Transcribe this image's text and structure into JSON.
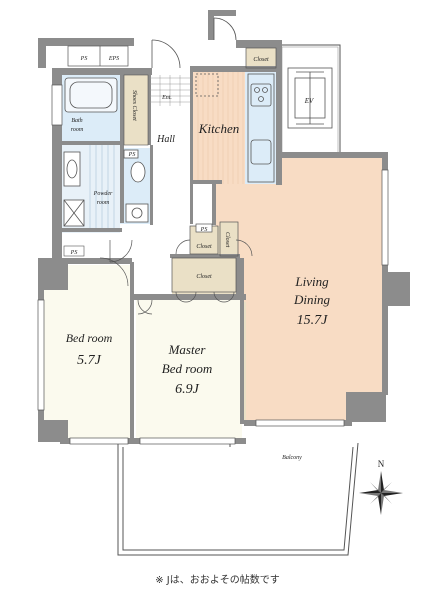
{
  "rooms": {
    "kitchen": "Kitchen",
    "hall": "Hall",
    "living_line1": "Living",
    "living_line2": "Dining",
    "living_size": "15.7J",
    "bedroom_line1": "Bed room",
    "bedroom_size": "5.7J",
    "master_line1": "Master",
    "master_line2": "Bed room",
    "master_size": "6.9J",
    "bath_line1": "Bath",
    "bath_line2": "room",
    "powder_line1": "Powder",
    "powder_line2": "room",
    "balcony": "Balcony",
    "ent": "Ent.",
    "shoes_closet": "Shoes Closet"
  },
  "labels": {
    "ps": "PS",
    "eps": "EPS",
    "ev": "EV",
    "closet": "Closet"
  },
  "compass": {
    "north": "N"
  },
  "footnote": "※ Jは、おおよその帖数です",
  "colors": {
    "wall": "#8c8c8c",
    "floor_light": "#fbfaee",
    "floor_wood": "#f8dcc4",
    "floor_closet": "#eae0c6",
    "wet_area": "#dcecf8",
    "outline": "#555555"
  }
}
